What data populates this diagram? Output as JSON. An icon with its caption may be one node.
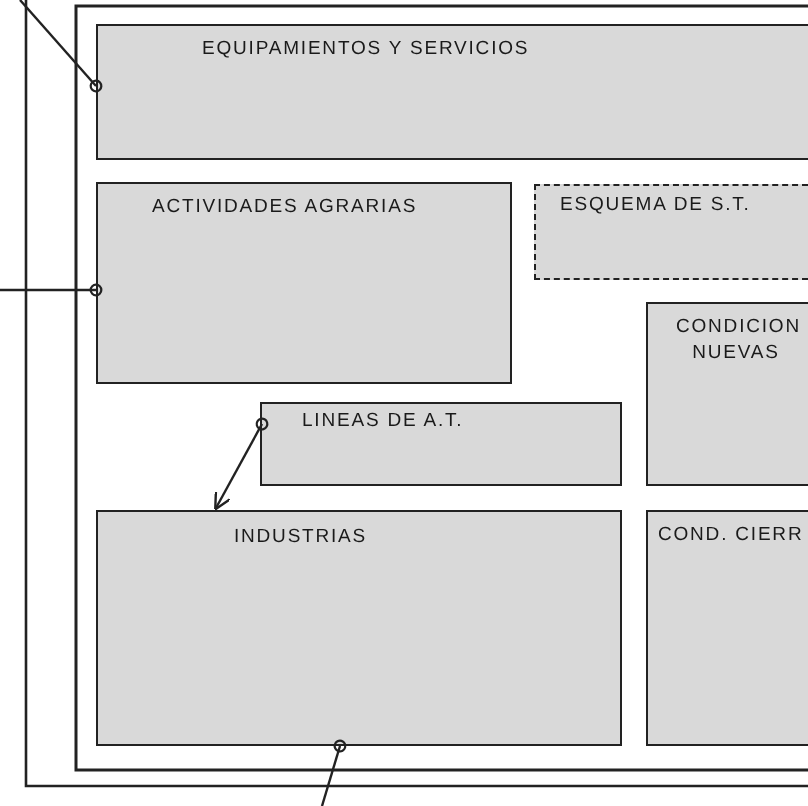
{
  "diagram": {
    "nodes": [
      {
        "text": [
          "EQUIPAMIENTOS Y SERVICIOS"
        ]
      },
      {
        "text": [
          "ACTIVIDADES AGRARIAS"
        ]
      },
      {
        "text": [
          "ESQUEMA DE S.T."
        ]
      },
      {
        "text": [
          "CONDICION NUEVAS"
        ]
      },
      {
        "text": [
          "LINEAS DE A.T."
        ]
      },
      {
        "text": [
          "INDUSTRIAS"
        ]
      },
      {
        "text": [
          "COND. CIERR"
        ]
      }
    ],
    "edges": [
      {
        "from": null,
        "to": 0,
        "arrow": "other"
      },
      {
        "from": null,
        "to": 1,
        "arrow": "other"
      },
      {
        "from": 4,
        "to": 5,
        "arrow": "to"
      },
      {
        "from": null,
        "to": 5,
        "arrow": "other"
      }
    ]
  }
}
